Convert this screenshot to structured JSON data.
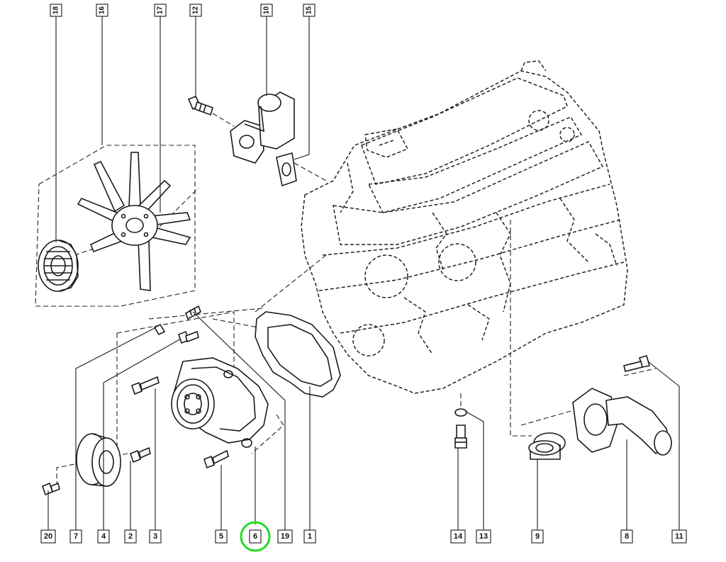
{
  "callouts": {
    "top": [
      "18",
      "16",
      "17",
      "12",
      "10",
      "15"
    ],
    "bottom": [
      "20",
      "7",
      "4",
      "2",
      "3",
      "5",
      "6",
      "19",
      "1",
      "14",
      "13",
      "9",
      "8",
      "11"
    ]
  },
  "highlighted_callout": "6",
  "colors": {
    "highlight": "#22dd22",
    "line": "#1a1a1a"
  }
}
